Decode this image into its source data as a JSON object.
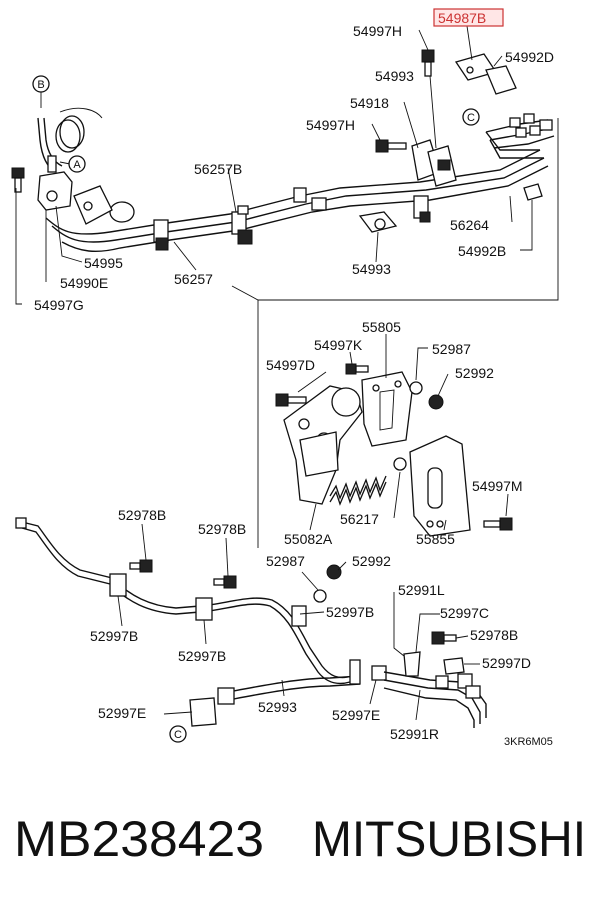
{
  "diagram": {
    "highlight_color": "#cc3333",
    "highlighted_part": "54987B",
    "code": "3KR6M05",
    "callouts": {
      "b": "B",
      "a": "A",
      "c": "C"
    },
    "labels": {
      "p54997H_top": "54997H",
      "p54987B": "54987B",
      "p54992D": "54992D",
      "p54993_top": "54993",
      "p54918": "54918",
      "p54997H_mid": "54997H",
      "p56257B": "56257B",
      "p56264": "56264",
      "p54992B": "54992B",
      "p54993_mid": "54993",
      "p54995": "54995",
      "p54990E": "54990E",
      "p56257": "56257",
      "p54997G": "54997G",
      "p55805": "55805",
      "p54997K": "54997K",
      "p52987_a": "52987",
      "p54997D": "54997D",
      "p52992_a": "52992",
      "p54997M": "54997M",
      "p56217": "56217",
      "p55082A": "55082A",
      "p55855": "55855",
      "p52978B_left": "52978B",
      "p52978B_mid": "52978B",
      "p52987_b": "52987",
      "p52992_b": "52992",
      "p52991L": "52991L",
      "p52997B_a": "52997B",
      "p52997B_b": "52997B",
      "p52997B_c": "52997B",
      "p52997C": "52997C",
      "p52978B_right": "52978B",
      "p52997D": "52997D",
      "p52997E_left": "52997E",
      "p52993": "52993",
      "p52997E_right": "52997E",
      "p52991R": "52991R"
    }
  },
  "footer": {
    "part_number": "MB238423",
    "brand": "MITSUBISHI"
  }
}
